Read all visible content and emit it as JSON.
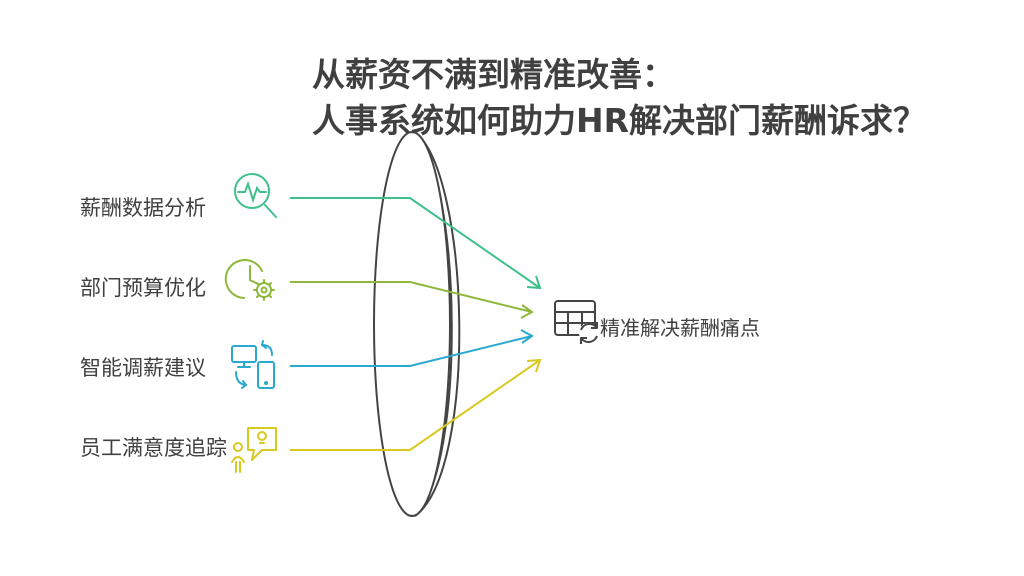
{
  "title": {
    "line1": "从薪资不满到精准改善：",
    "line2": "人事系统如何助力HR解决部门薪酬诉求？"
  },
  "inputs": [
    {
      "label": "薪酬数据分析",
      "icon": "analytics-magnifier-icon",
      "color": "#3fbf8a"
    },
    {
      "label": "部门预算优化",
      "icon": "clock-gear-icon",
      "color": "#8db83a"
    },
    {
      "label": "智能调薪建议",
      "icon": "devices-sync-icon",
      "color": "#2aa9cf"
    },
    {
      "label": "员工满意度追踪",
      "icon": "idea-bubble-person-icon",
      "color": "#d9c81e"
    }
  ],
  "lens": {
    "color": "#444444"
  },
  "target": {
    "label": "精准解决薪酬痛点",
    "icon": "table-refresh-icon",
    "color": "#444444"
  }
}
